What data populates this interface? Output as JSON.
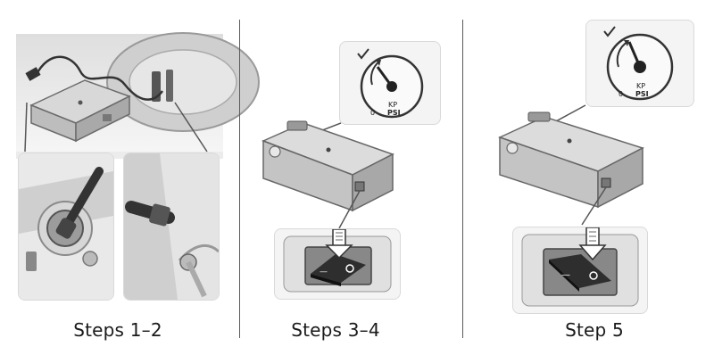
{
  "captions": {
    "step12": "Steps 1–2",
    "step34": "Steps 3–4",
    "step5": "Step 5"
  },
  "gauge": {
    "unit_kpa": "KP",
    "unit_psi": "PSI",
    "zero": "0"
  },
  "icons": [
    "compressor-illustration",
    "power-outlet-icon",
    "tire-valve-icon",
    "pressure-gauge-icon",
    "rocker-switch-icon",
    "check-mark-icon"
  ]
}
